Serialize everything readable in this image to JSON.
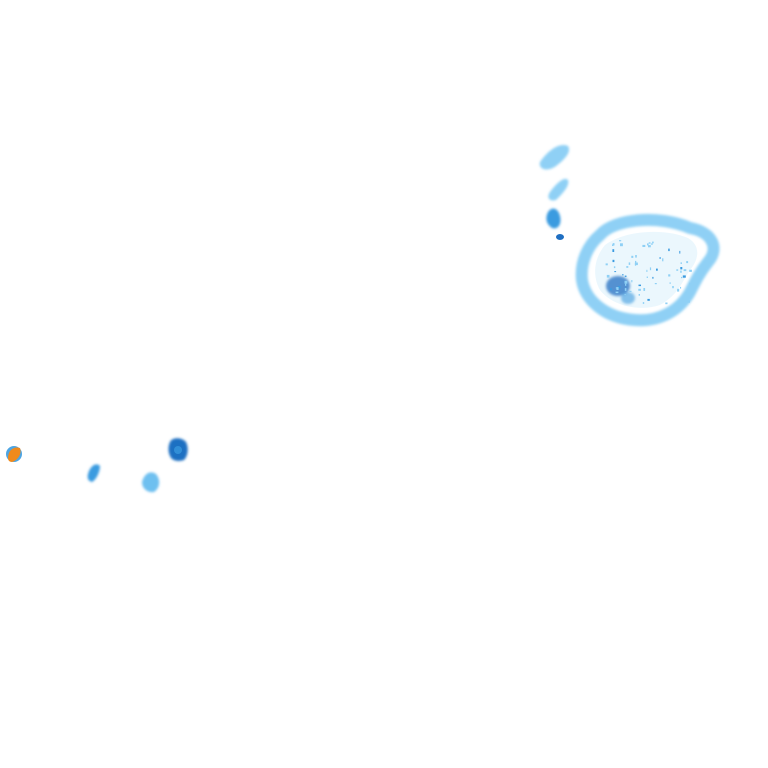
{
  "map": {
    "kind": "radar-precipitation-overlay",
    "background_color": "#ffffff",
    "intensity_palette": {
      "light": "#8fd0f5",
      "light_mid": "#6ec0f0",
      "moderate": "#3a9be0",
      "heavy": "#1f6fc2",
      "very_heavy": "#f08a1c"
    },
    "echoes": [
      {
        "id": "cell-ne-large-ring",
        "intensity": "light"
      },
      {
        "id": "cell-ne-core",
        "intensity": "heavy"
      },
      {
        "id": "cell-ne-streak-top",
        "intensity": "light"
      },
      {
        "id": "cell-ne-streak-mid",
        "intensity": "light"
      },
      {
        "id": "cell-ne-small",
        "intensity": "moderate"
      },
      {
        "id": "cell-w-edge",
        "intensity": "very_heavy"
      },
      {
        "id": "cell-w-small",
        "intensity": "moderate"
      },
      {
        "id": "cell-w-square",
        "intensity": "heavy"
      },
      {
        "id": "cell-w-light",
        "intensity": "light"
      }
    ]
  }
}
